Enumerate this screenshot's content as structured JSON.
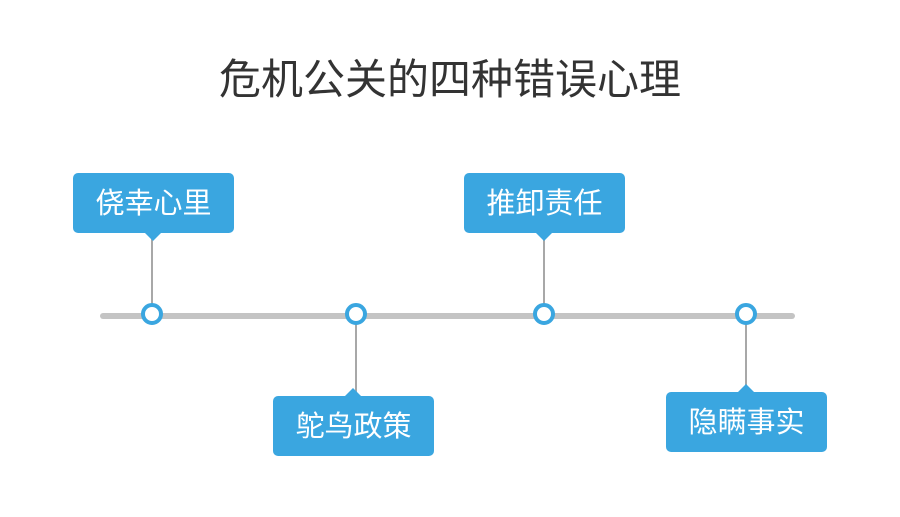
{
  "title": "危机公关的四种错误心理",
  "colors": {
    "accent": "#3aa6e0",
    "axis": "#c4c4c4",
    "connector": "#a8a8a8",
    "title_text": "#333333"
  },
  "stages": [
    {
      "label": "侥幸心里"
    },
    {
      "label": "鸵鸟政策"
    },
    {
      "label": "推卸责任"
    },
    {
      "label": "隐瞒事实"
    }
  ]
}
